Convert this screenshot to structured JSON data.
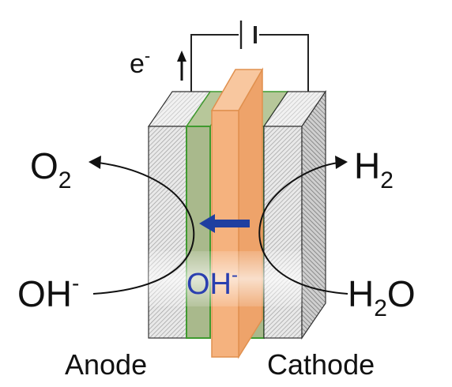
{
  "labels": {
    "electron": {
      "base": "e",
      "sup": "-"
    },
    "o2": {
      "base": "O",
      "sub": "2"
    },
    "h2": {
      "base": "H",
      "sub": "2"
    },
    "oh_left": {
      "base": "OH",
      "sup": "-"
    },
    "oh_center": {
      "base": "OH",
      "sup": "-"
    },
    "h2o": {
      "base": "H",
      "sub": "2",
      "tail": "O"
    },
    "anode": "Anode",
    "cathode": "Cathode"
  },
  "colors": {
    "membrane": "#f5b27e",
    "membrane_edge": "#e0904e",
    "catalyst_layer": "#a9b98c",
    "catalyst_edge": "#3f9a2f",
    "ion_arrow": "#1f3fa0",
    "ion_label": "#2a3fb0",
    "line": "#222222"
  },
  "icons": {
    "battery": "battery-symbol-icon",
    "electron_arrow": "up-arrow-icon",
    "ion_arrow": "left-arrow-icon"
  }
}
